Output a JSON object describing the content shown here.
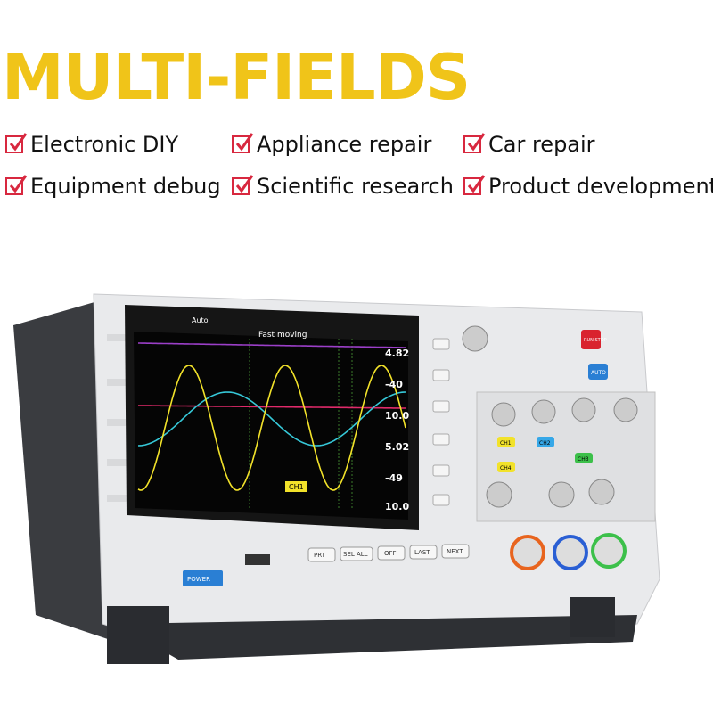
{
  "headline": "MULTI-FIELDS",
  "fields": [
    {
      "label": "Electronic DIY"
    },
    {
      "label": "Appliance repair"
    },
    {
      "label": "Car repair"
    },
    {
      "label": "Equipment debug"
    },
    {
      "label": "Scientific research"
    },
    {
      "label": "Product development"
    }
  ],
  "colors": {
    "headline": "#f0c419",
    "checkbox": "#d8283f",
    "ch1": "#f2e22a",
    "ch2": "#36c8d8",
    "ch3": "#e02a6a",
    "ch4": "#9b3fc8"
  },
  "scope": {
    "status": "Auto",
    "mode": "Fast moving",
    "trigger_label": "CH1",
    "readouts": [
      "4.82",
      "-40",
      "10.0",
      "5.02",
      "-49",
      "10.0"
    ],
    "soft_keys": [
      "PRT",
      "SEL ALL",
      "OFF",
      "LAST",
      "NEXT"
    ],
    "power_label": "POWER",
    "run_stop_label": "RUN STOP",
    "auto_label": "AUTO",
    "channel_buttons": [
      "CH1",
      "CH2",
      "CH3",
      "CH4"
    ]
  }
}
